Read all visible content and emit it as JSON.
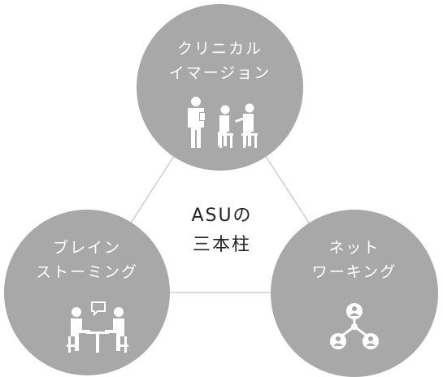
{
  "center_title": {
    "line1": "ASUの",
    "line2": "三本柱"
  },
  "pillars": [
    {
      "line1": "クリニカル",
      "line2": "イマージョン",
      "icon": "doctor-patient-icon"
    },
    {
      "line1": "ブレイン",
      "line2": "ストーミング",
      "icon": "discussion-table-icon"
    },
    {
      "line1": "ネット",
      "line2": "ワーキング",
      "icon": "network-people-icon"
    }
  ],
  "colors": {
    "circle": "#a8a8a8",
    "line": "#c8c8c8",
    "text_light": "#ffffff",
    "text_dark": "#222222"
  }
}
